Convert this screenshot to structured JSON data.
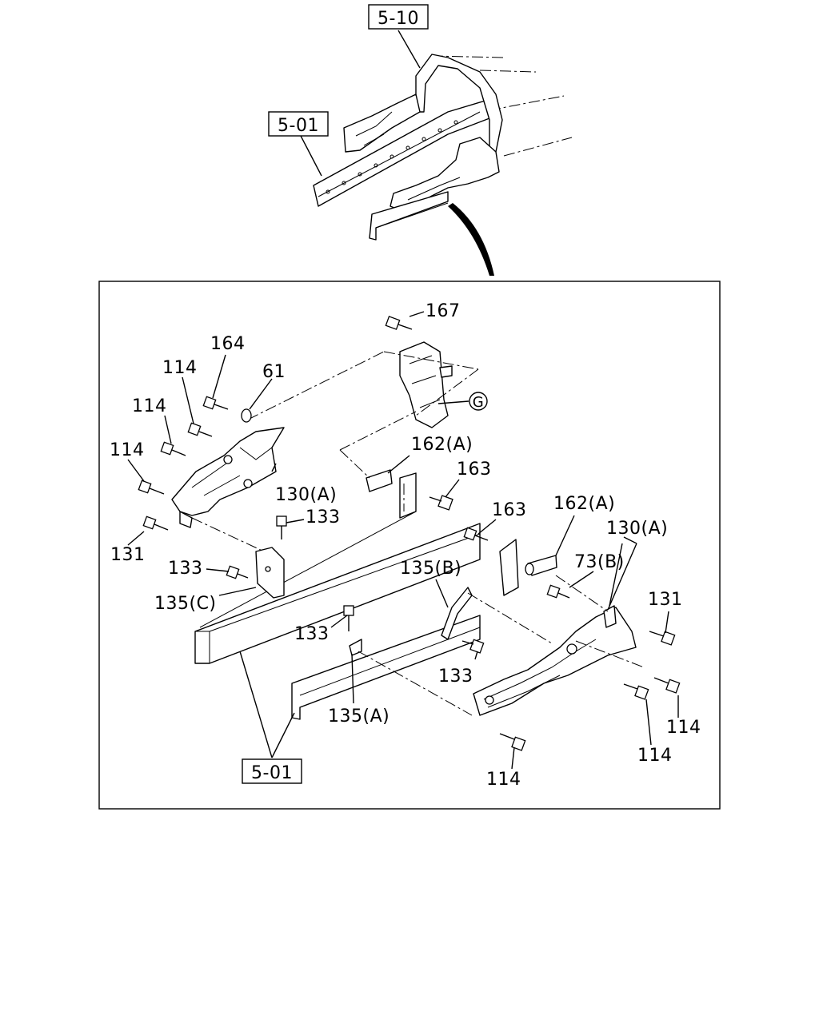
{
  "refs": {
    "top_510": "5-10",
    "top_501": "5-01",
    "bottom_501": "5-01"
  },
  "callouts": {
    "c167": "167",
    "c164": "164",
    "c61": "61",
    "c114_a": "114",
    "c114_b": "114",
    "c114_c": "114",
    "c130a_left": "130(A)",
    "c131_left": "131",
    "c133_a": "133",
    "c133_b": "133",
    "c135c": "135(C)",
    "c162a_mid": "162(A)",
    "c163_a": "163",
    "c163_b": "163",
    "c162a_right": "162(A)",
    "c130a_right": "130(A)",
    "c73b": "73(B)",
    "c135b": "135(B)",
    "c131_right": "131",
    "c133_c": "133",
    "c133_d": "133",
    "c135a": "135(A)",
    "c114_d": "114",
    "c114_e": "114",
    "c114_f": "114"
  },
  "g_marker": "G",
  "icons": [
    "bolt-icon",
    "washer-icon",
    "frame-rail",
    "bracket"
  ]
}
